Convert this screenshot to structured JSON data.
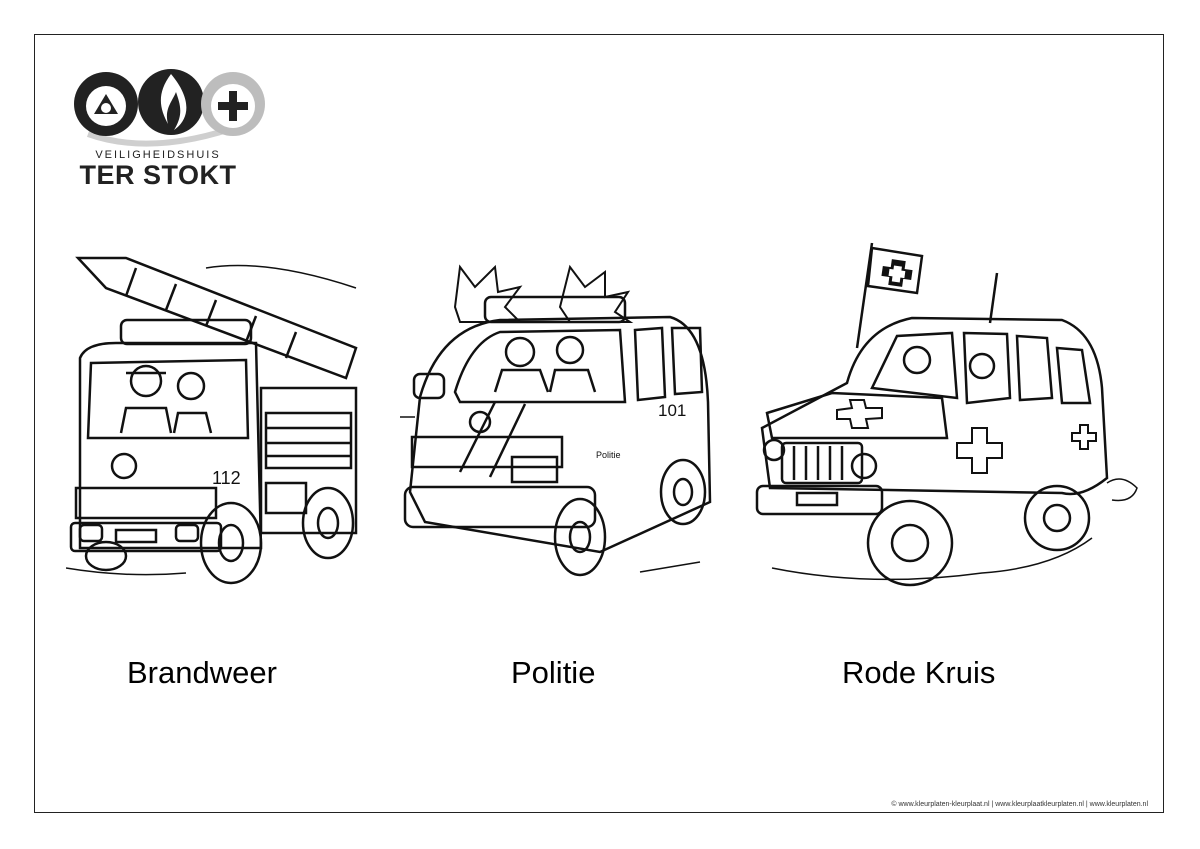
{
  "logo": {
    "line1": "VEILIGHEIDSHUIS",
    "line2": "TER STOKT",
    "icons": [
      "fire-service-emblem-icon",
      "flame-icon",
      "cross-icon"
    ],
    "colors": {
      "dark": "#222222",
      "grey": "#bdbdbd"
    }
  },
  "vehicles": [
    {
      "label": "Brandweer",
      "number": "112",
      "icon": "fire-truck-icon"
    },
    {
      "label": "Politie",
      "number": "101",
      "badge": "Politie",
      "icon": "police-van-icon"
    },
    {
      "label": "Rode Kruis",
      "icon": "ambulance-jeep-icon"
    }
  ],
  "footer": {
    "copyright": "© www.kleurplaten-kleurplaat.nl | www.kleurplaatkleurplaten.nl | www.kleurplaten.nl"
  }
}
